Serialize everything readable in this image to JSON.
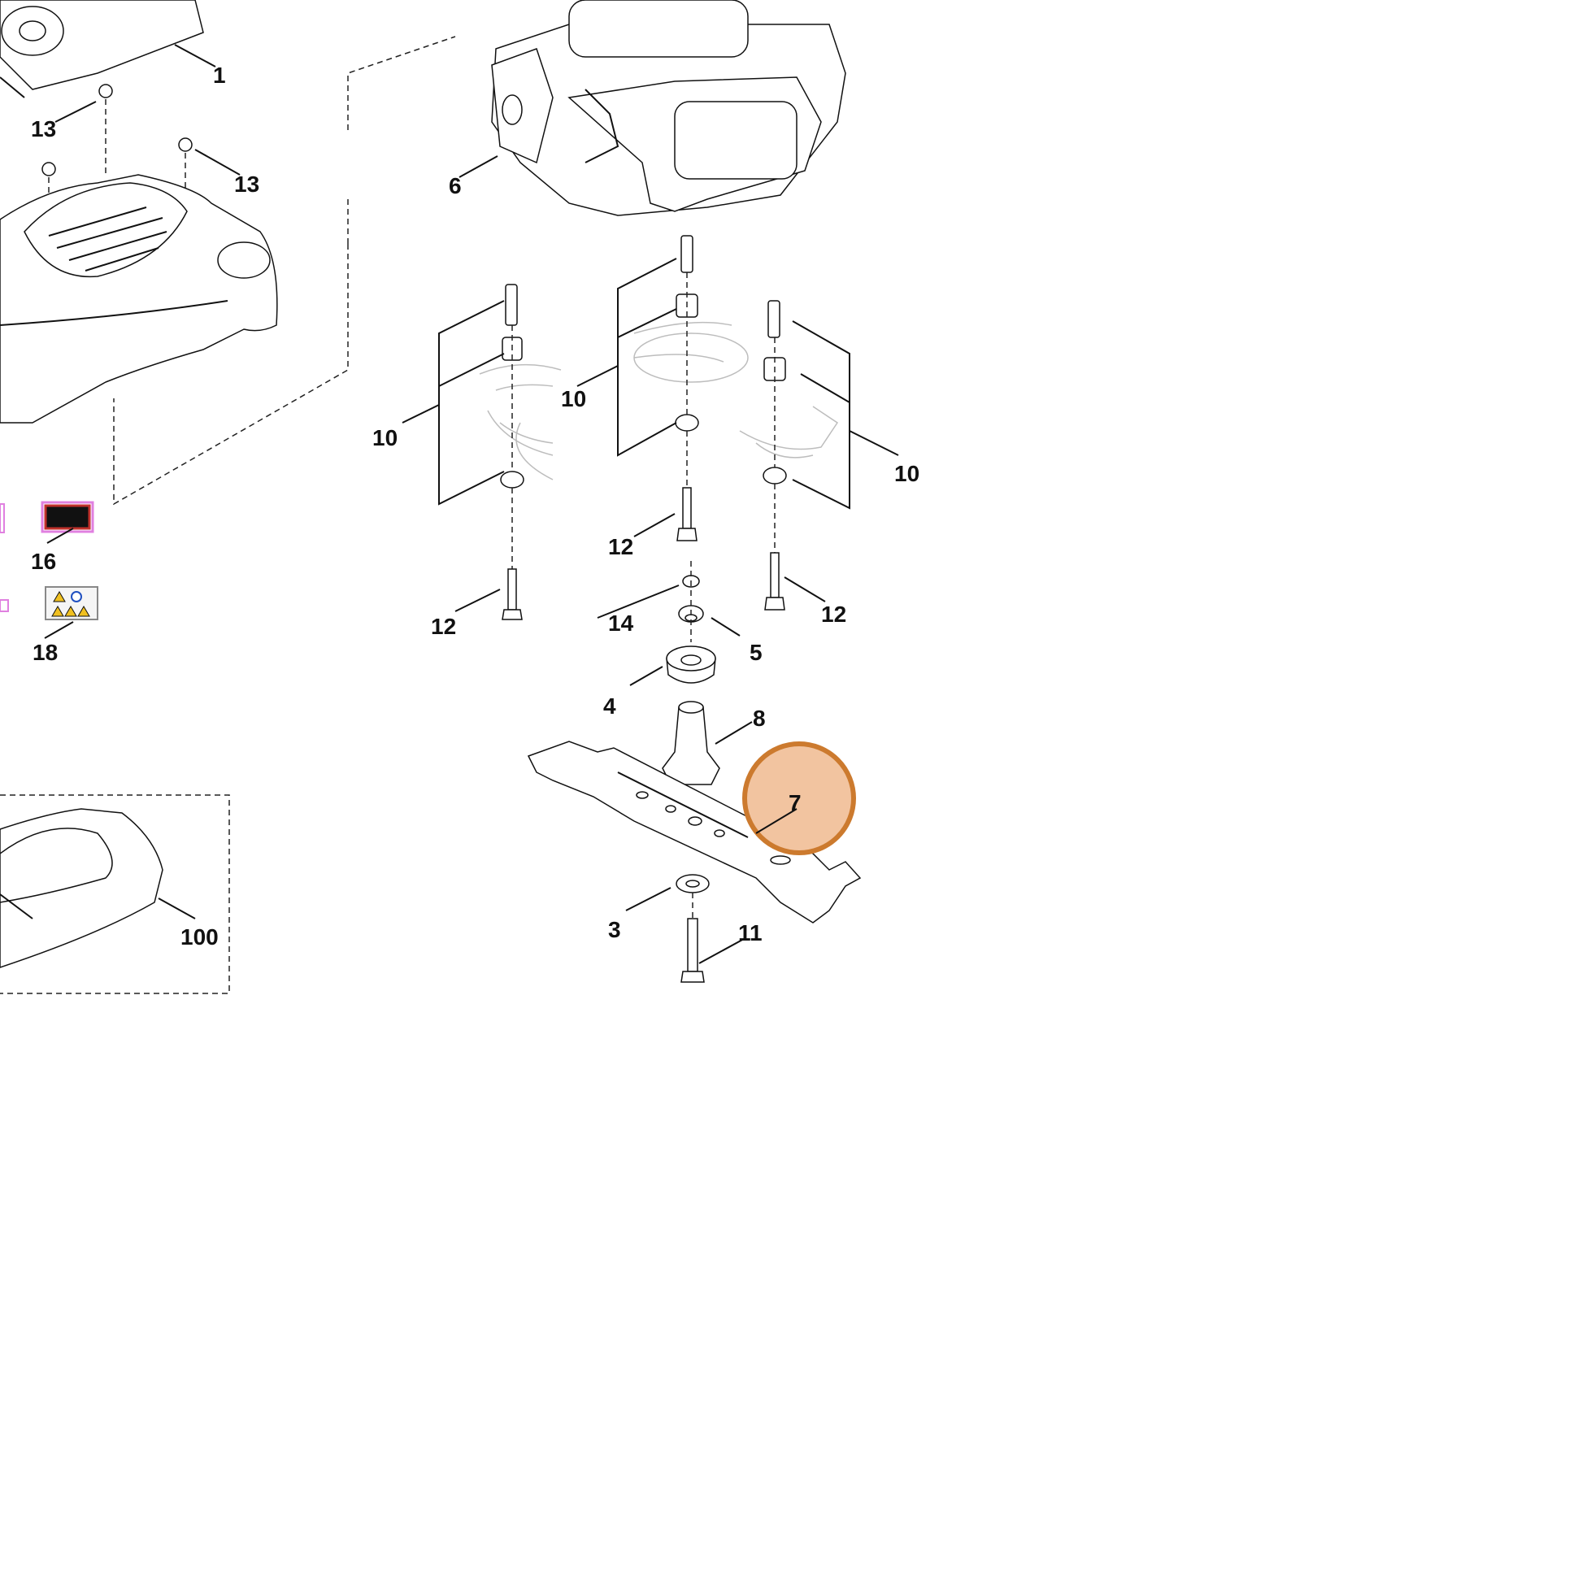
{
  "callouts": {
    "c1": "1",
    "c13a": "13",
    "c13b": "13",
    "c6": "6",
    "c10a": "10",
    "c10b": "10",
    "c10c": "10",
    "c12a": "12",
    "c12b": "12",
    "c12c": "12",
    "c14": "14",
    "c5": "5",
    "c4": "4",
    "c8": "8",
    "c7": "7",
    "c3": "3",
    "c11": "11",
    "c16": "16",
    "c18": "18",
    "c100": "100"
  },
  "highlight": {
    "label": "7",
    "fill_color": "#f2c4a0",
    "stroke_color": "#cc7a2e"
  }
}
